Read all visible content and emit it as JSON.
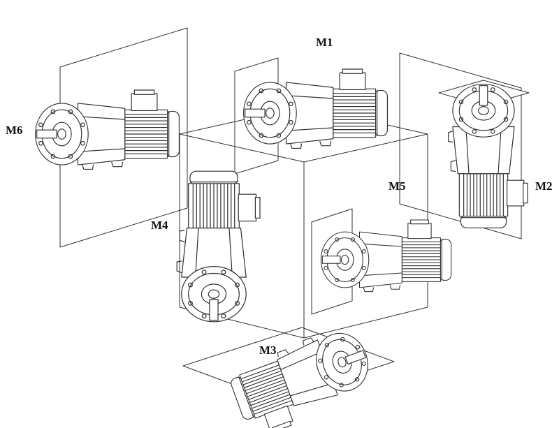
{
  "labels": {
    "m1": "M1",
    "m2": "M2",
    "m3": "M3",
    "m4": "M4",
    "m5": "M5",
    "m6": "M6"
  },
  "colors": {
    "line": "#2f2f2f",
    "background": "#ffffff"
  }
}
